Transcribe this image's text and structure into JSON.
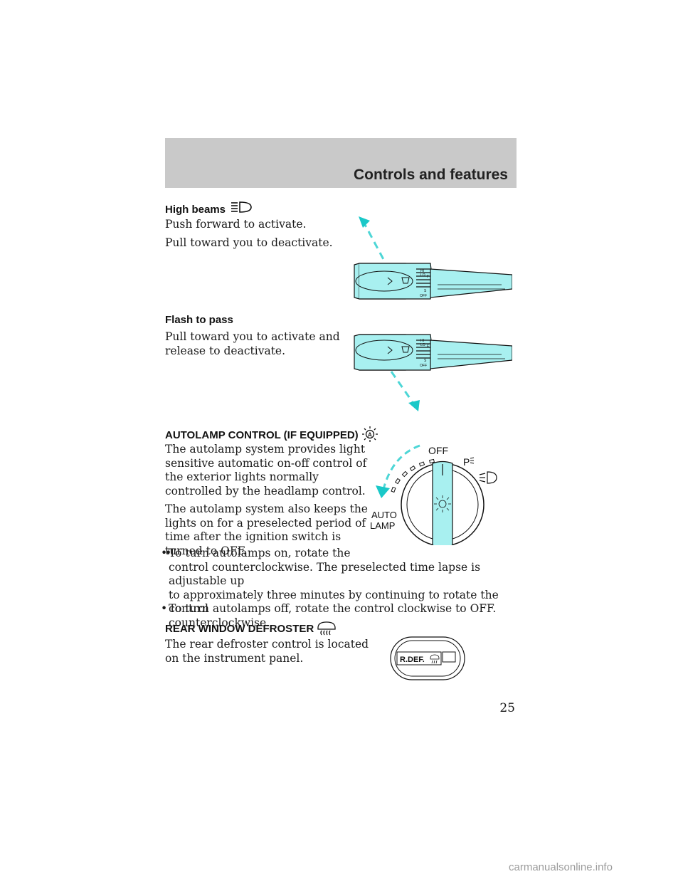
{
  "header": {
    "title": "Controls and features"
  },
  "high_beams": {
    "heading": "High beams",
    "lines": [
      "Push forward to activate.",
      "Pull toward you to deactivate."
    ]
  },
  "flash_to_pass": {
    "heading": "Flash to pass",
    "lines": [
      "Pull toward you to activate and",
      "release to deactivate."
    ]
  },
  "autolamp": {
    "heading": "AUTOLAMP CONTROL (IF EQUIPPED)",
    "para1_lines": [
      "The autolamp system provides light",
      "sensitive automatic on-off control of",
      "the exterior lights normally",
      "controlled by the headlamp control."
    ],
    "para2_lines": [
      "The autolamp system also keeps the",
      "lights on for a preselected period of",
      "time after the ignition switch is",
      "turned to OFF."
    ],
    "bullet1_lines": [
      "To turn autolamps on, rotate the",
      "control counterclockwise. The preselected time lapse is adjustable up",
      "to approximately three minutes by continuing to rotate the control",
      "counterclockwise."
    ],
    "bullet2": "To turn autolamps off, rotate the control clockwise to OFF.",
    "bullet_symbol": "•"
  },
  "rear_defroster": {
    "heading": "REAR WINDOW DEFROSTER",
    "lines": [
      "The rear defroster control is located",
      "on the instrument panel."
    ]
  },
  "diagrams": {
    "stalk_labels": {
      "hi": "HI",
      "lo": "LO",
      "f": "F",
      "s": "S",
      "off": "OFF"
    },
    "headlamp_dial": {
      "off": "OFF",
      "park": "P",
      "auto_line1": "AUTO",
      "auto_line2": "LAMP"
    },
    "defroster_button": {
      "label": "R.DEF."
    }
  },
  "icons": {
    "high_beam": "high-beam-icon",
    "autolamp": "autolamp-icon",
    "defroster": "rear-defroster-icon"
  },
  "colors": {
    "cyan": "#a8f0f0",
    "header_band": "#c9c9c9"
  },
  "page_number": "25",
  "watermark": "carmanualsonline.info"
}
